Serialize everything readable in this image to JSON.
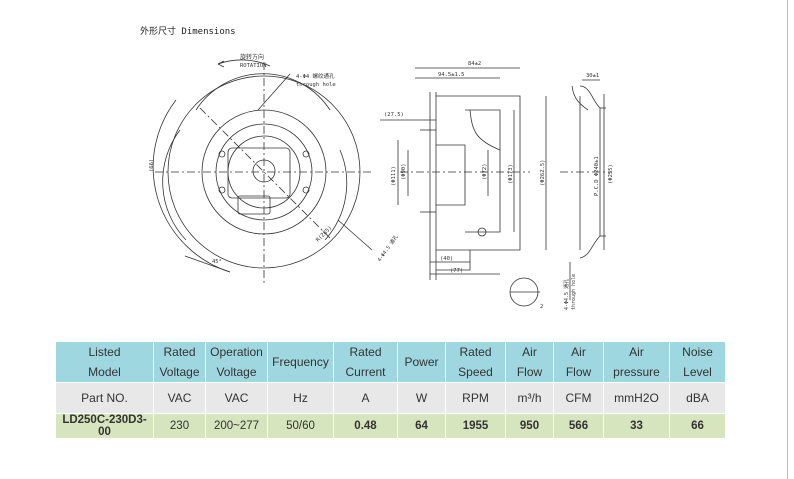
{
  "title": "外形尺寸 Dimensions",
  "drawing": {
    "rotation_cn": "旋转方向",
    "rotation_en": "ROTATION",
    "hole_spec": "4-Φ4 螺纹通孔",
    "hole_en": "through hole",
    "dim_84": "84±2",
    "dim_945": "94.5±1.5",
    "dim_275": "(27.5)",
    "dim_30": "30±1",
    "dim_40": "(40)",
    "dim_77": "(77)",
    "dia_111": "(Φ111)",
    "dia_90": "(Φ90)",
    "dia_72": "(Φ72)",
    "dia_173": "(Φ173)",
    "dia_2625": "(Φ262.5)",
    "dia_pcd": "P.C.D Φ240±1",
    "dia_255": "(Φ255)",
    "dim_66": "(66)",
    "dim_r285": "R(285)",
    "dim_phi4": "4-Φ4.5 通孔",
    "dim_phi4_en": "through hole",
    "dim_45": "45°",
    "dim_2": "2"
  },
  "table": {
    "header": [
      "Listed\nModel",
      "Rated\nVoltage",
      "Operation\nVoltage",
      "Frequency",
      "Rated\nCurrent",
      "Power",
      "Rated\nSpeed",
      "Air\nFlow",
      "Air\nFlow",
      "Air\npressure",
      "Noise\nLevel"
    ],
    "units": [
      "Part NO.",
      "VAC",
      "VAC",
      "Hz",
      "A",
      "W",
      "RPM",
      "m³/h",
      "CFM",
      "mmH2O",
      "dBA"
    ],
    "values": [
      "LD250C-230D3-00",
      "230",
      "200~277",
      "50/60",
      "0.48",
      "64",
      "1955",
      "950",
      "566",
      "33",
      "66"
    ]
  }
}
